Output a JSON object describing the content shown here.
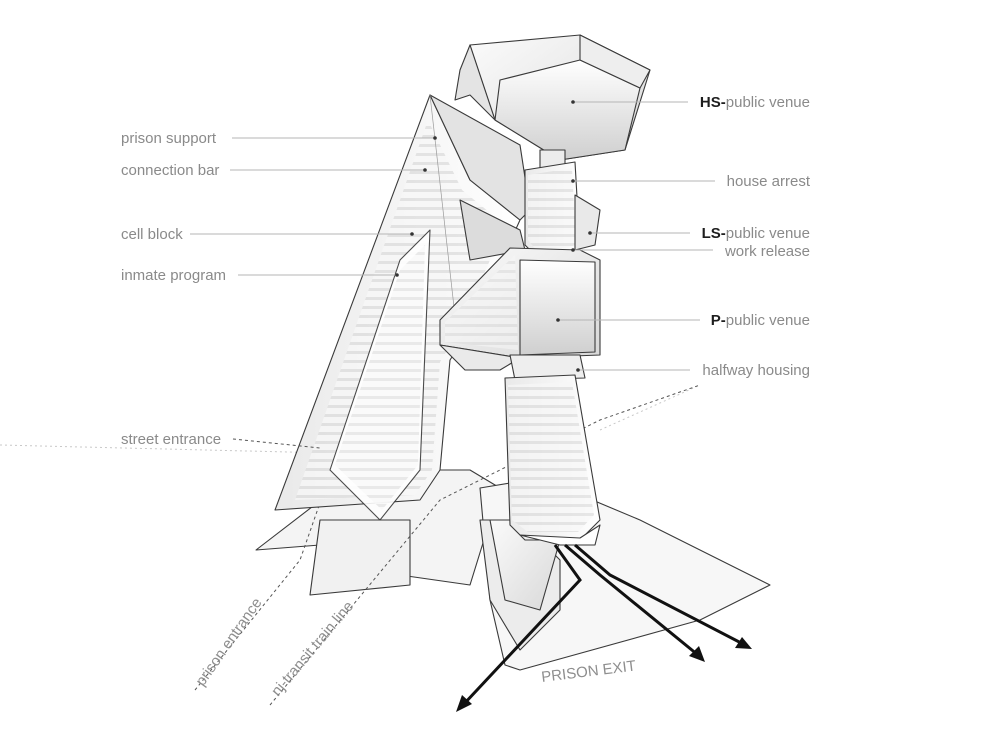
{
  "labels_left": {
    "prison_support": "prison support",
    "connection_bar": "connection bar",
    "cell_block": "cell block",
    "inmate_program": "inmate program",
    "street_entrance": "street entrance"
  },
  "labels_right": {
    "hs_prefix": "HS-",
    "hs_text": "public venue",
    "house_arrest": "house arrest",
    "ls_prefix": "LS-",
    "ls_text": "public venue",
    "work_release": "work release",
    "p_prefix": "P-",
    "p_text": "public venue",
    "halfway_housing": "halfway housing"
  },
  "path_labels": {
    "prison_entrance": "prison entrance",
    "nj_transit": "nj-transit train line",
    "prison_exit": "PRISON EXIT"
  },
  "colors": {
    "label_gray": "#8a8a8a",
    "label_strong": "#1e1e1e",
    "outline": "#3a3a3a",
    "arrow": "#111111"
  }
}
